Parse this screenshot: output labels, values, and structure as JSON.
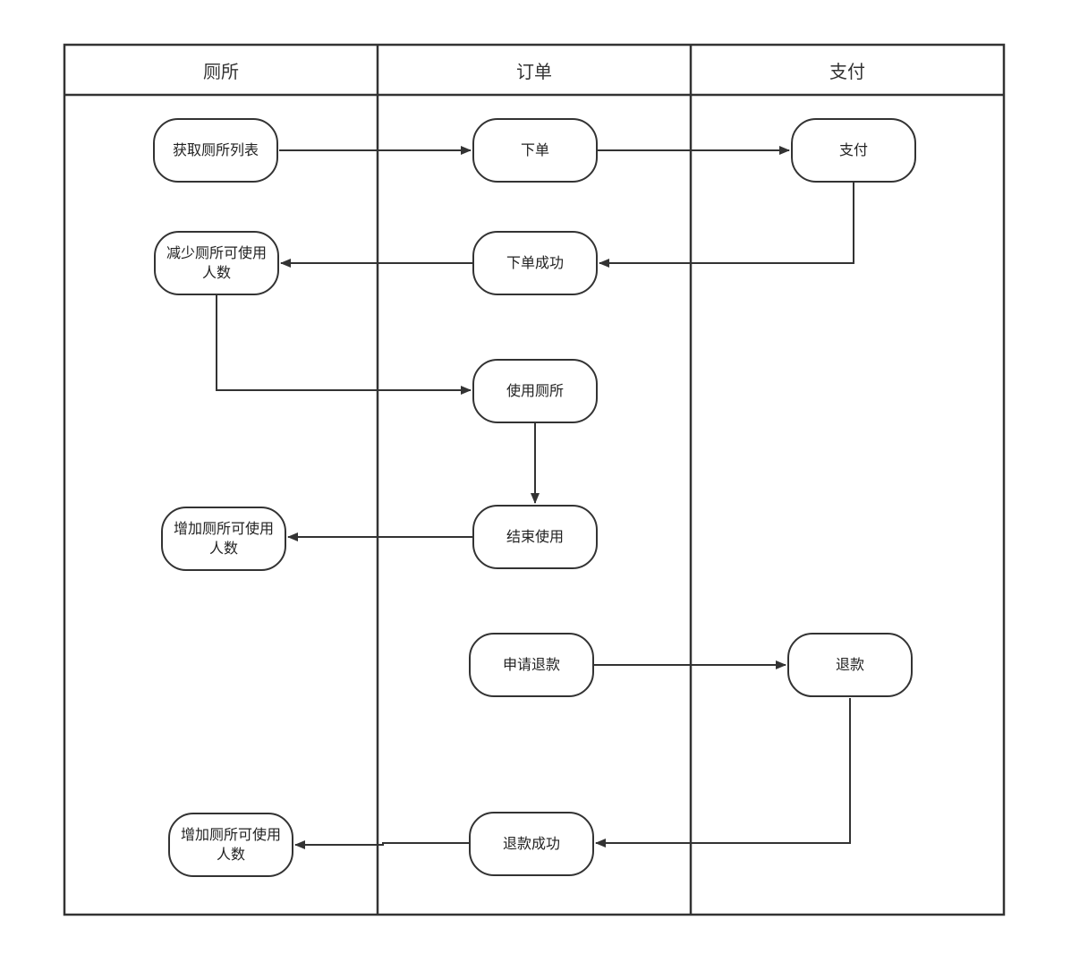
{
  "lanes": [
    "厕所",
    "订单",
    "支付"
  ],
  "nodes": {
    "get_list": "获取厕所列表",
    "place_order": "下单",
    "pay": "支付",
    "order_success": "下单成功",
    "decrease_capacity": "减少厕所可使用人数",
    "use_toilet": "使用厕所",
    "end_use": "结束使用",
    "increase_capacity_1": "增加厕所可使用人数",
    "apply_refund": "申请退款",
    "refund": "退款",
    "refund_success": "退款成功",
    "increase_capacity_2": "增加厕所可使用人数"
  },
  "colors": {
    "line": "#333333",
    "background": "#ffffff"
  }
}
